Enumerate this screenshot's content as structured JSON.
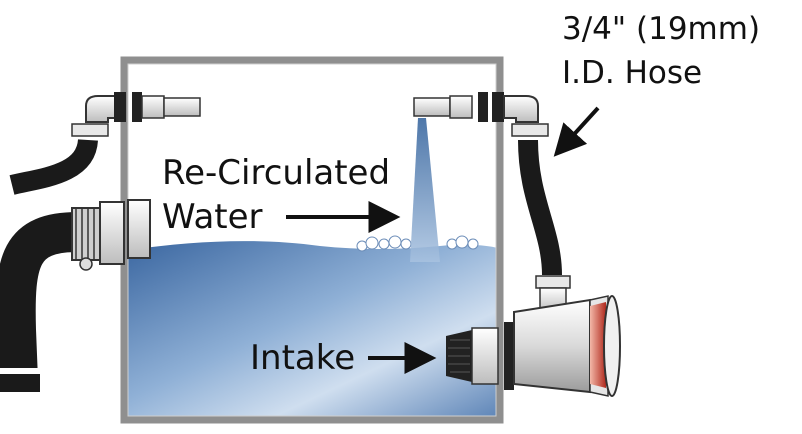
{
  "labels": {
    "hose_line1": "3/4\" (19mm)",
    "hose_line2": "I.D. Hose",
    "recirculated_line1": "Re-Circulated",
    "recirculated_line2": "Water",
    "intake": "Intake"
  },
  "colors": {
    "water_deep": "#3f6ea9",
    "water_light": "#c9daee",
    "hose": "#1a1a1a",
    "tank_frame": "#9a9a9a",
    "pump_accent": "#c0392b"
  }
}
